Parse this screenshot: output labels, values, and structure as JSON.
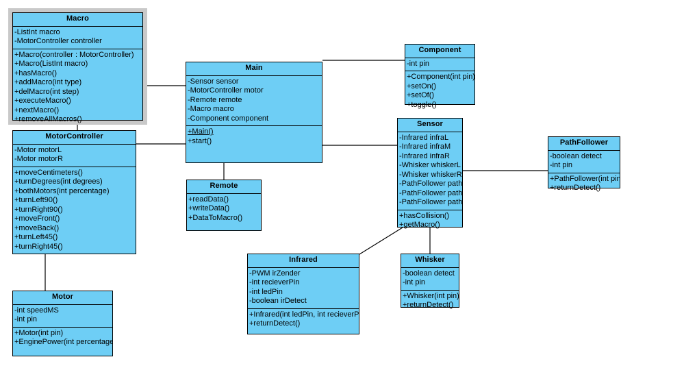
{
  "diagram": {
    "kind": "uml-class-diagram",
    "background": "#ffffff",
    "class_fill": "#6ecef5",
    "class_stroke": "#000000",
    "selection_color": "#c9c9c9",
    "selected_class": "Macro"
  },
  "classes": {
    "macro": {
      "name": "Macro",
      "attributes": [
        "-ListInt macro",
        "-MotorController controller"
      ],
      "methods": [
        "+Macro(controller : MotorController)",
        "+Macro(ListInt macro)",
        "+hasMacro()",
        "+addMacro(int type)",
        "+delMacro(int step)",
        "+executeMacro()",
        "+nextMacro()",
        "+removeAllMacros()"
      ]
    },
    "motorcontroller": {
      "name": "MotorController",
      "attributes": [
        "-Motor motorL",
        "-Motor motorR"
      ],
      "methods": [
        "+moveCentimeters()",
        "+turnDegrees(int degrees)",
        "+bothMotors(int percentage)",
        "+turnLeft90()",
        "+turnRight90()",
        "+moveFront()",
        "+moveBack()",
        "+turnLeft45()",
        "+turnRight45()"
      ]
    },
    "motor": {
      "name": "Motor",
      "attributes": [
        "-int speedMS",
        "-int pin"
      ],
      "methods": [
        "+Motor(int pin)",
        "+EnginePower(int percentage)"
      ]
    },
    "main": {
      "name": "Main",
      "attributes": [
        "-Sensor sensor",
        "-MotorController motor",
        "-Remote remote",
        "-Macro macro",
        "-Component component"
      ],
      "methods": [
        "+Main()",
        "+start()"
      ],
      "static_methods": [
        "+Main()"
      ]
    },
    "remote": {
      "name": "Remote",
      "attributes": [],
      "methods": [
        "+readData()",
        "+writeData()",
        "+DataToMacro()"
      ]
    },
    "component": {
      "name": "Component",
      "attributes": [
        "-int pin"
      ],
      "methods": [
        "+Component(int pin)",
        "+setOn()",
        "+setOf()",
        "+toggle()"
      ]
    },
    "sensor": {
      "name": "Sensor",
      "attributes": [
        "-Infrared infraL",
        "-Infrared infraM",
        "-Infrared infraR",
        "-Whisker whiskerL",
        "-Whisker whiskerR",
        "-PathFollower pathL",
        "-PathFollower pathM",
        "-PathFollower pathR"
      ],
      "methods": [
        "+hasCollision()",
        "+getMacro()"
      ]
    },
    "pathfollower": {
      "name": "PathFollower",
      "attributes": [
        "-boolean detect",
        "-int pin"
      ],
      "methods": [
        "+PathFollower(int pin)",
        "+returnDetect()"
      ]
    },
    "infrared": {
      "name": "Infrared",
      "attributes": [
        "-PWM irZender",
        "-int recieverPin",
        "-int ledPin",
        "-boolean irDetect"
      ],
      "methods": [
        "+Infrared(int ledPin, int recieverPin)",
        "+returnDetect()"
      ]
    },
    "whisker": {
      "name": "Whisker",
      "attributes": [
        "-boolean detect",
        "-int pin"
      ],
      "methods": [
        "+Whisker(int pin)",
        "+returnDetect()"
      ]
    }
  },
  "associations": [
    {
      "from": "Macro",
      "to": "Main"
    },
    {
      "from": "Macro",
      "to": "MotorController"
    },
    {
      "from": "MotorController",
      "to": "Main"
    },
    {
      "from": "MotorController",
      "to": "Motor"
    },
    {
      "from": "Main",
      "to": "Remote"
    },
    {
      "from": "Main",
      "to": "Component"
    },
    {
      "from": "Main",
      "to": "Sensor"
    },
    {
      "from": "Sensor",
      "to": "PathFollower"
    },
    {
      "from": "Sensor",
      "to": "Infrared"
    },
    {
      "from": "Sensor",
      "to": "Whisker"
    }
  ]
}
